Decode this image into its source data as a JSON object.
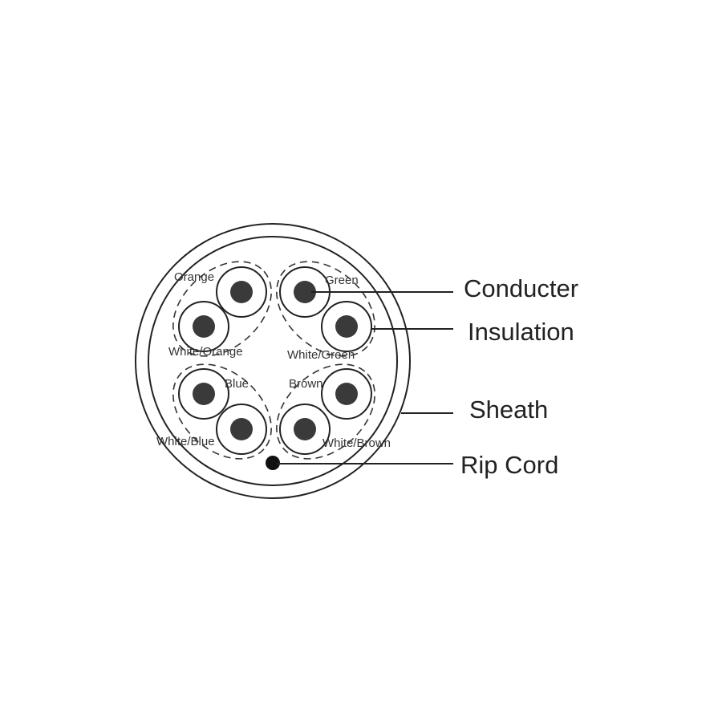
{
  "diagram": {
    "wires": [
      {
        "label": "Orange"
      },
      {
        "label": "Green"
      },
      {
        "label": "White/Orange"
      },
      {
        "label": "White/Green"
      },
      {
        "label": "Blue"
      },
      {
        "label": "Brown"
      },
      {
        "label": "White/Blue"
      },
      {
        "label": "White/Brown"
      }
    ],
    "callouts": [
      {
        "label": "Conducter"
      },
      {
        "label": "Insulation"
      },
      {
        "label": "Sheath"
      },
      {
        "label": "Rip Cord"
      }
    ]
  }
}
